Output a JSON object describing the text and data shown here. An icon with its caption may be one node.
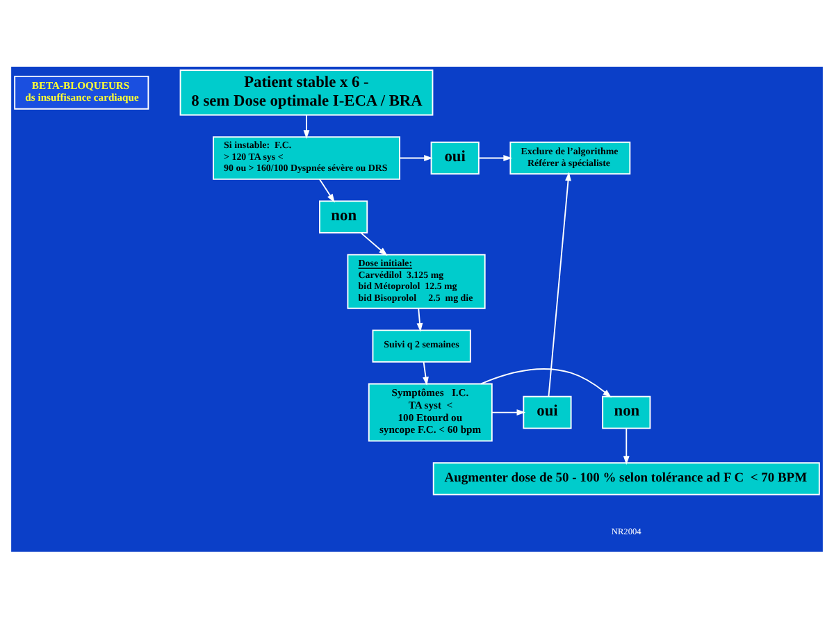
{
  "diagram": {
    "nodes": [
      {
        "text": [
          "BETA-BLOQUEURS ds insuffisance cardiaque"
        ]
      },
      {
        "text": [
          "Patient stable x 6 - 8 sem Dose optimale I-ECA / BRA"
        ]
      },
      {
        "text": [
          "Si instable:  F.C. > 120 TA sys < 90 ou > 160/100 Dyspnée sévère ou DRS"
        ]
      },
      {
        "text": [
          "oui"
        ]
      },
      {
        "text": [
          "Exclure de l’algorithme Référer à spécialiste"
        ]
      },
      {
        "text": [
          "non"
        ]
      },
      {
        "text": [
          "Dose initiale:",
          "Carvédilol  3.125 mg bid Métoprolol  12.5 mg bid Bisoprolol     2.5  mg die"
        ]
      },
      {
        "text": [
          "Suivi q 2 semaines"
        ]
      },
      {
        "text": [
          "Symptômes   I.C. TA syst  < 100 Etourd ou syncope F.C. < 60 bpm"
        ]
      },
      {
        "text": [
          "non"
        ]
      },
      {
        "text": [
          "oui"
        ]
      },
      {
        "text": [
          "Augmenter dose de 50 - 100 % selon tolérance ad F C  < 70 BPM"
        ]
      }
    ],
    "edges": [
      {
        "from": 1,
        "to": 2,
        "arrow": "to"
      },
      {
        "from": 2,
        "to": 3,
        "arrow": "to"
      },
      {
        "from": 3,
        "to": 4,
        "arrow": "to"
      },
      {
        "from": 2,
        "to": 5,
        "arrow": "to"
      },
      {
        "from": 5,
        "to": 6,
        "arrow": "to"
      },
      {
        "from": 6,
        "to": 7,
        "arrow": "to"
      },
      {
        "from": 7,
        "to": 8,
        "arrow": "to"
      },
      {
        "from": 8,
        "to": 9,
        "arrow": "to"
      },
      {
        "from": 8,
        "to": 10,
        "arrow": "to"
      },
      {
        "from": 10,
        "to": 4,
        "arrow": "to"
      },
      {
        "from": 9,
        "to": 11,
        "arrow": "to"
      }
    ],
    "labels": [
      "NR2004"
    ]
  }
}
